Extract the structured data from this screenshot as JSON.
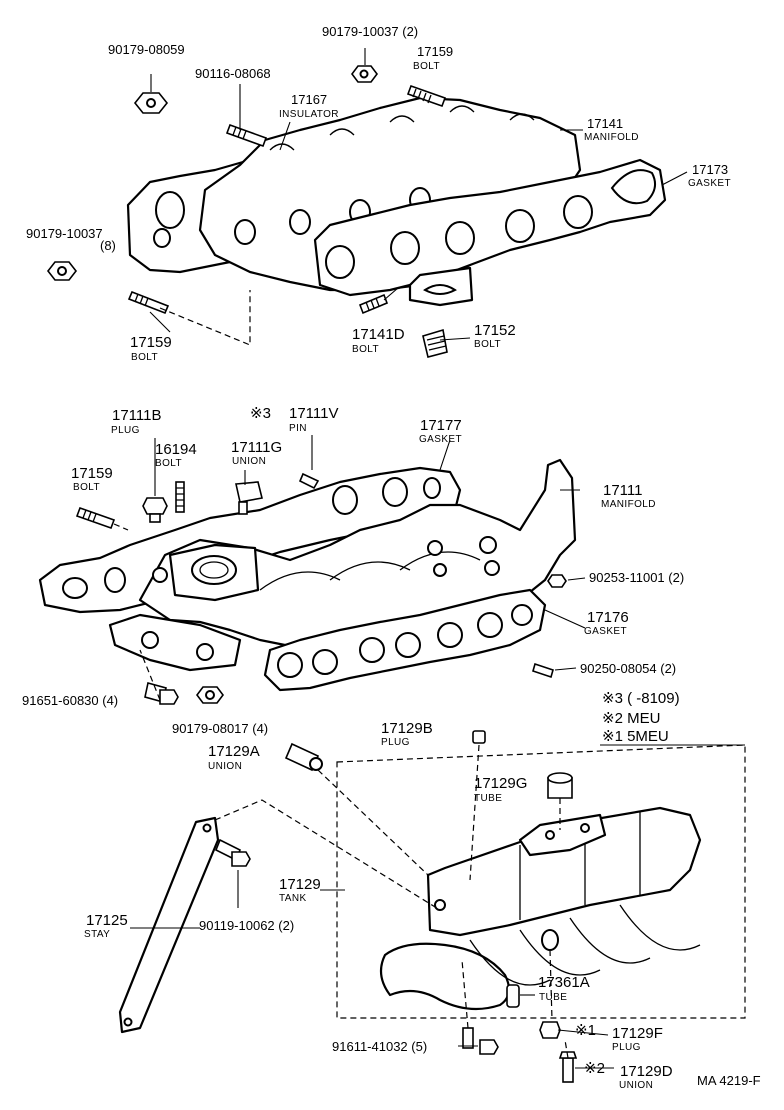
{
  "labels": {
    "p90179_08059": "90179-08059",
    "p90179_10037_2": "90179-10037 (2)",
    "p17159_top": "17159",
    "n_bolt_top": "BOLT",
    "p90116_08068": "90116-08068",
    "p17167": "17167",
    "n_insulator": "INSULATOR",
    "p17141": "17141",
    "n_manifold_top": "MANIFOLD",
    "p17173": "17173",
    "n_gasket_17173": "GASKET",
    "p90179_10037_8a": "90179-10037",
    "p90179_10037_8b": "(8)",
    "p17159_left": "17159",
    "n_bolt_left": "BOLT",
    "p17141D": "17141D",
    "n_bolt_17141D": "BOLT",
    "p17152": "17152",
    "n_bolt_17152": "BOLT",
    "p17111B": "17111B",
    "n_plug_17111B": "PLUG",
    "m_3a": "※3",
    "p17111V": "17111V",
    "n_pin": "PIN",
    "p17177": "17177",
    "n_gasket_17177": "GASKET",
    "p16194": "16194",
    "n_bolt_16194": "BOLT",
    "p17111G": "17111G",
    "n_union_17111G": "UNION",
    "p17159_mid": "17159",
    "n_bolt_mid": "BOLT",
    "p17111": "17111",
    "n_manifold_mid": "MANIFOLD",
    "p90253_11001": "90253-11001 (2)",
    "p17176": "17176",
    "n_gasket_17176": "GASKET",
    "p90250_08054": "90250-08054 (2)",
    "p91651_60830": "91651-60830 (4)",
    "p90179_08017": "90179-08017 (4)",
    "legend_3": "※3 (      -8109)",
    "legend_2": "※2 MEU",
    "legend_1": "※1 5MEU",
    "p17129B": "17129B",
    "n_plug_17129B": "PLUG",
    "p17129A": "17129A",
    "n_union_17129A": "UNION",
    "p17129G": "17129G",
    "n_tube_17129G": "TUBE",
    "p17129": "17129",
    "n_tank": "TANK",
    "p17125": "17125",
    "n_stay": "STAY",
    "p90119_10062": "90119-10062 (2)",
    "p17361A": "17361A",
    "n_tube_17361A": "TUBE",
    "p91611_41032": "91611-41032 (5)",
    "m_1": "※1",
    "p17129F": "17129F",
    "n_plug_17129F": "PLUG",
    "m_2": "※2",
    "p17129D": "17129D",
    "n_union_17129D": "UNION",
    "ref": "MA  4219-F"
  }
}
